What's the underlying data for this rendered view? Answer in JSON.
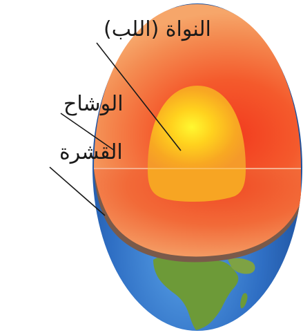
{
  "labels": {
    "core": "النواة (اللب)",
    "mantle": "الوشاح",
    "crust": "القشرة"
  },
  "colors": {
    "ocean": "#2f6fc4",
    "land": "#6f9a3a",
    "mantle_outer": "#f08a45",
    "mantle_inner": "#f35a2a",
    "core_outer": "#f7a521",
    "core_inner": "#fff12e",
    "crust_rim": "#7a5a4a"
  }
}
